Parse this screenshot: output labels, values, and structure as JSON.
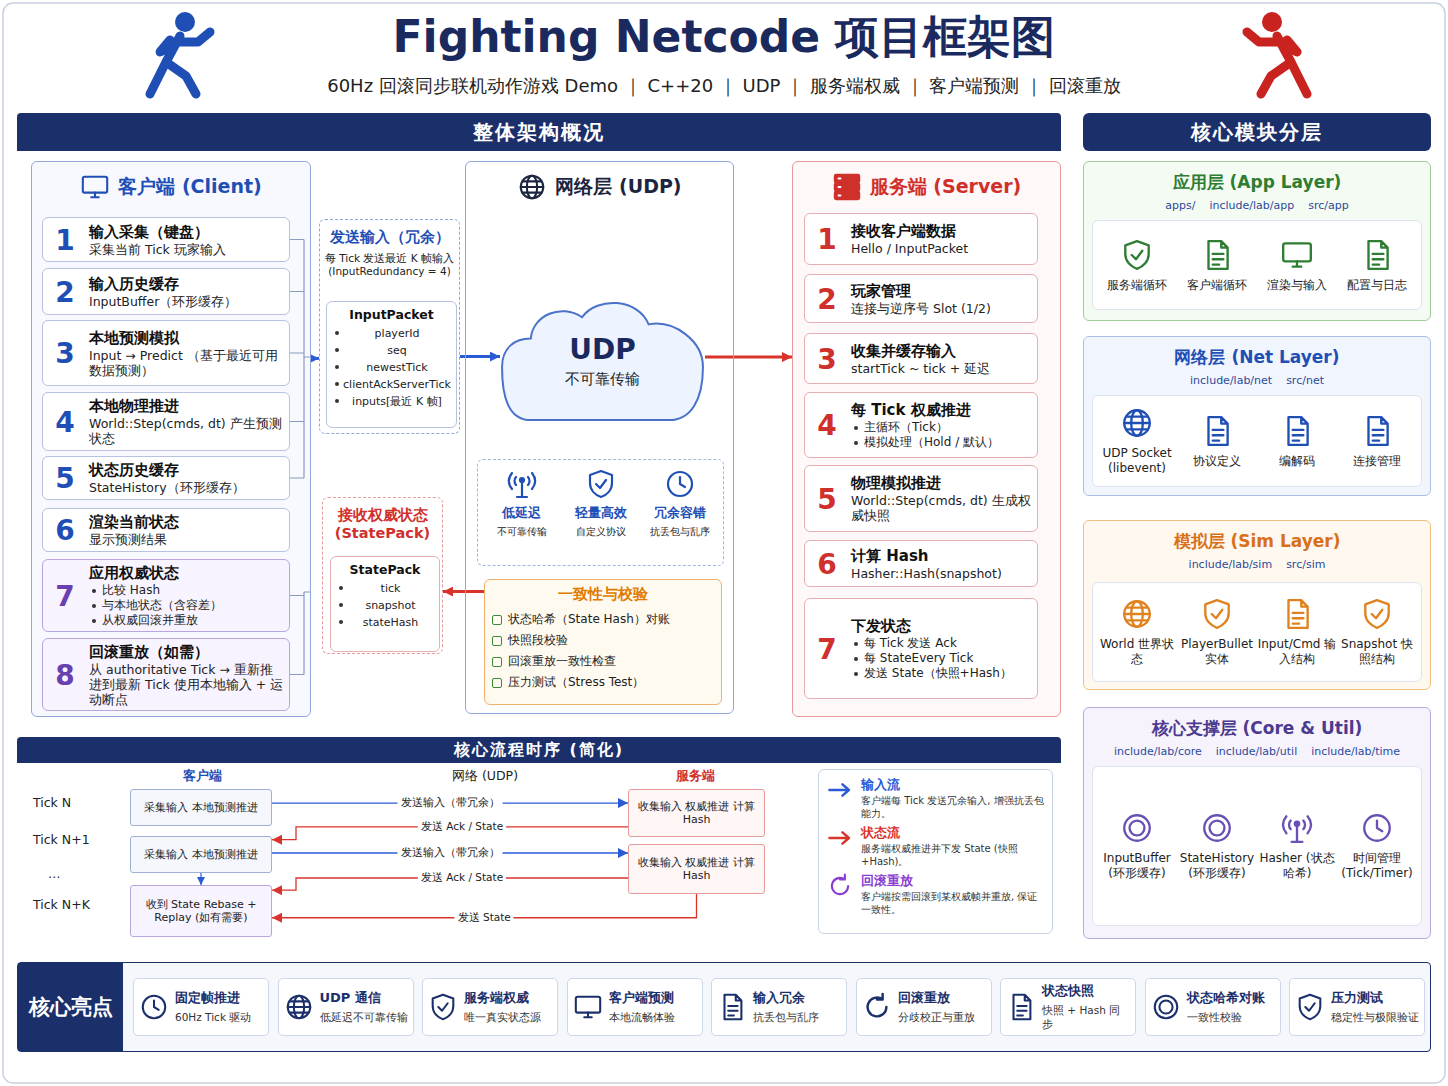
{
  "diagram": {
    "title": "Fighting Netcode 项目框架图",
    "nodes": [
      {
        "text": [
          "整体架构概况"
        ]
      },
      {
        "text": [
          "客户端 (Client)"
        ],
        "in": 0
      },
      {
        "text": [
          "1",
          "输入采集（键盘）",
          "采集当前 Tick 玩家输入"
        ],
        "in": 1
      },
      {
        "text": [
          "2",
          "输入历史缓存",
          "InputBuffer（环形缓存）"
        ],
        "in": 1
      },
      {
        "text": [
          "3",
          "本地预测模拟",
          "Input → Predict （基于最近可用数据预测）"
        ],
        "in": 1
      },
      {
        "text": [
          "4",
          "本地物理推进",
          "World::Step(cmds, dt) 产生预测状态"
        ],
        "in": 1
      },
      {
        "text": [
          "5",
          "状态历史缓存",
          "StateHistory（环形缓存）"
        ],
        "in": 1
      },
      {
        "text": [
          "6",
          "渲染当前状态",
          "显示预测结果"
        ],
        "in": 1
      },
      {
        "text": [
          "7",
          "应用权威状态",
          "比较 Hash",
          "与本地状态（含容差）",
          "从权威回滚并重放"
        ],
        "in": 1
      },
      {
        "text": [
          "8",
          "回滚重放（如需）",
          "从 authoritative Tick → 重新推进到最新 Tick 使用本地输入 + 运动断点"
        ],
        "in": 1
      },
      {
        "text": [
          "发送输入（冗余）",
          "每 Tick 发送最近 K 帧输入 (InputRedundancy = 4)"
        ],
        "in": 0
      },
      {
        "text": [
          "InputPacket",
          "playerId",
          "seq",
          "newestTick",
          "clientAckServerTick",
          "inputs[最近 K 帧]"
        ],
        "in": 10
      },
      {
        "text": [
          "接收权威状态 (StatePack)"
        ],
        "in": 0
      },
      {
        "text": [
          "StatePack",
          "tick",
          "snapshot",
          "stateHash"
        ],
        "in": 12
      },
      {
        "text": [
          "网络层 (UDP)"
        ],
        "in": 0
      },
      {
        "text": [
          "UDP",
          "不可靠传输"
        ],
        "in": 14
      },
      {
        "text": [
          "低延迟",
          "不可靠传输",
          "轻量高效",
          "自定义协议",
          "冗余容错",
          "抗丢包与乱序"
        ],
        "in": 14
      },
      {
        "text": [
          "一致性与校验",
          "状态哈希（State Hash）对账",
          "快照段校验",
          "回滚重放一致性检查",
          "压力测试（Stress Test）"
        ],
        "in": 14
      },
      {
        "text": [
          "服务端 (Server)"
        ],
        "in": 0
      },
      {
        "text": [
          "1",
          "接收客户端数据",
          "Hello / InputPacket"
        ],
        "in": 18
      },
      {
        "text": [
          "2",
          "玩家管理",
          "连接与逆序号 Slot (1/2)"
        ],
        "in": 18
      },
      {
        "text": [
          "3",
          "收集并缓存输入",
          "startTick ~ tick + 延迟"
        ],
        "in": 18
      },
      {
        "text": [
          "4",
          "每 Tick 权威推进",
          "主循环（Tick）",
          "模拟处理（Hold / 默认）"
        ],
        "in": 18
      },
      {
        "text": [
          "5",
          "物理模拟推进",
          "World::Step(cmds, dt) 生成权威快照"
        ],
        "in": 18
      },
      {
        "text": [
          "6",
          "计算 Hash",
          "Hasher::Hash(snapshot)"
        ],
        "in": 18
      },
      {
        "text": [
          "7",
          "下发状态",
          "每 Tick 发送 Ack",
          "每 StateEvery Tick",
          "发送 State（快照+Hash）"
        ],
        "in": 18
      },
      {
        "text": [
          "核心模块分层"
        ]
      },
      {
        "text": [
          "应用层 (App Layer)",
          "apps/",
          "include/lab/app",
          "src/app"
        ]
      },
      {
        "text": [
          "服务端循环",
          "客户端循环",
          "渲染与输入",
          "配置与日志"
        ],
        "in": 27
      },
      {
        "text": [
          "网络层 (Net Layer)",
          "include/lab/net",
          "src/net"
        ]
      },
      {
        "text": [
          "UDP Socket (libevent)",
          "协议定义",
          "编解码",
          "连接管理"
        ],
        "in": 29
      },
      {
        "text": [
          "模拟层 (Sim Layer)",
          "include/lab/sim",
          "src/sim"
        ]
      },
      {
        "text": [
          "World 世界状态",
          "PlayerBullet 实体",
          "Input/Cmd 输入结构",
          "Snapshot 快照结构"
        ],
        "in": 31
      },
      {
        "text": [
          "核心支撑层 (Core & Util)",
          "include/lab/core",
          "include/lab/util",
          "include/lab/time"
        ]
      },
      {
        "text": [
          "InputBuffer (环形缓存)",
          "StateHistory (环形缓存)",
          "Hasher (状态哈希)",
          "时间管理 (Tick/Timer)"
        ],
        "in": 33
      },
      {
        "text": [
          "核心流程时序 (简化)"
        ]
      },
      {
        "text": [
          "采集输入 本地预测推进"
        ],
        "in": 35
      },
      {
        "text": [
          "采集输入 本地预测推进"
        ],
        "in": 35
      },
      {
        "text": [
          "收到 State Rebase + Replay (如有需要)"
        ],
        "in": 35
      },
      {
        "text": [
          "收集输入 权威推进 计算 Hash"
        ],
        "in": 35
      },
      {
        "text": [
          "收集输入 权威推进 计算 Hash"
        ],
        "in": 35
      },
      {
        "text": [
          "输入流",
          "客户端每 Tick 发送冗余输入, 增强抗丢包能力。",
          "状态流",
          "服务端权威推进并下发 State (快照+Hash)。",
          "回滚重放",
          "客户端按需回滚到某权威帧并重放, 保证一致性。"
        ],
        "in": 35
      },
      {
        "text": [
          "核心亮点"
        ]
      },
      {
        "text": [
          "固定帧推进",
          "60Hz Tick 驱动"
        ],
        "in": 42
      },
      {
        "text": [
          "UDP 通信",
          "低延迟不可靠传输"
        ],
        "in": 42
      },
      {
        "text": [
          "服务端权威",
          "唯一真实状态源"
        ],
        "in": 42
      },
      {
        "text": [
          "客户端预测",
          "本地流畅体验"
        ],
        "in": 42
      },
      {
        "text": [
          "输入冗余",
          "抗丢包与乱序"
        ],
        "in": 42
      },
      {
        "text": [
          "回滚重放",
          "分歧校正与重放"
        ],
        "in": 42
      },
      {
        "text": [
          "状态快照",
          "快照 + Hash 同步"
        ],
        "in": 42
      },
      {
        "text": [
          "状态哈希对账",
          "一致性校验"
        ],
        "in": 42
      },
      {
        "text": [
          "压力测试",
          "稳定性与极限验证"
        ],
        "in": 42
      }
    ],
    "edges": [
      {
        "from": 1,
        "to": 10,
        "arrow": "to"
      },
      {
        "from": 10,
        "to": 15,
        "arrow": "to"
      },
      {
        "from": 15,
        "to": 18,
        "arrow": "to"
      },
      {
        "from": 17,
        "to": 12,
        "arrow": "to"
      },
      {
        "from": 36,
        "to": 39,
        "arrow": "to",
        "label": "发送输入（带冗余）"
      },
      {
        "from": 39,
        "to": 37,
        "arrow": "to",
        "label": "发送 Ack / State"
      },
      {
        "from": 37,
        "to": 40,
        "arrow": "to",
        "label": "发送输入（带冗余）"
      },
      {
        "from": 40,
        "to": 38,
        "arrow": "to",
        "label": "发送 Ack / State"
      },
      {
        "from": 40,
        "to": 38,
        "arrow": "to",
        "label": "发送 State"
      },
      {
        "from": 37,
        "to": 38,
        "arrow": "to"
      }
    ],
    "labels": [
      "60Hz 回滚同步联机动作游戏 Demo ｜ C++20 ｜ UDP ｜ 服务端权威 ｜ 客户端预测 ｜ 回滚重放",
      "客户端",
      "网络 (UDP)",
      "服务端",
      "Tick N",
      "Tick N+1",
      "…",
      "Tick N+K"
    ]
  }
}
